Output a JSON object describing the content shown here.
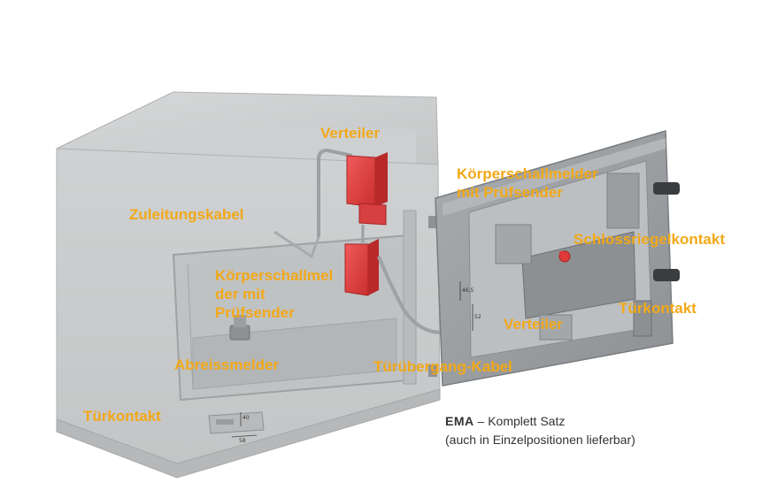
{
  "labels": {
    "verteiler_top": "Verteiler",
    "zuleitungskabel": "Zuleitungskabel",
    "koerperschall_inside": "Körperschallmel\nder mit\nPrüfsender",
    "abreissmelder": "Abreissmelder",
    "tuerkontakt_left": "Türkontakt",
    "koerperschall_door": "Körperschallmelder\nmit Prüfsender",
    "schlossriegelkontakt": "Schlossriegelkontakt",
    "tuerkontakt_right": "Türkontakt",
    "verteiler_door": "Verteiler",
    "tueruebergang_kabel": "Türübergang-Kabel"
  },
  "caption": {
    "bold": "EMA",
    "rest": " – Komplett Satz",
    "line2": "(auch in Einzelpositionen lieferbar)"
  },
  "dimensions": {
    "d1": "40",
    "d2": "58",
    "d3": "46,5",
    "d4": "52"
  },
  "colors": {
    "label": "#f2a818",
    "device_red": "#e03a3a",
    "safe_body": "#c9cbcc"
  }
}
